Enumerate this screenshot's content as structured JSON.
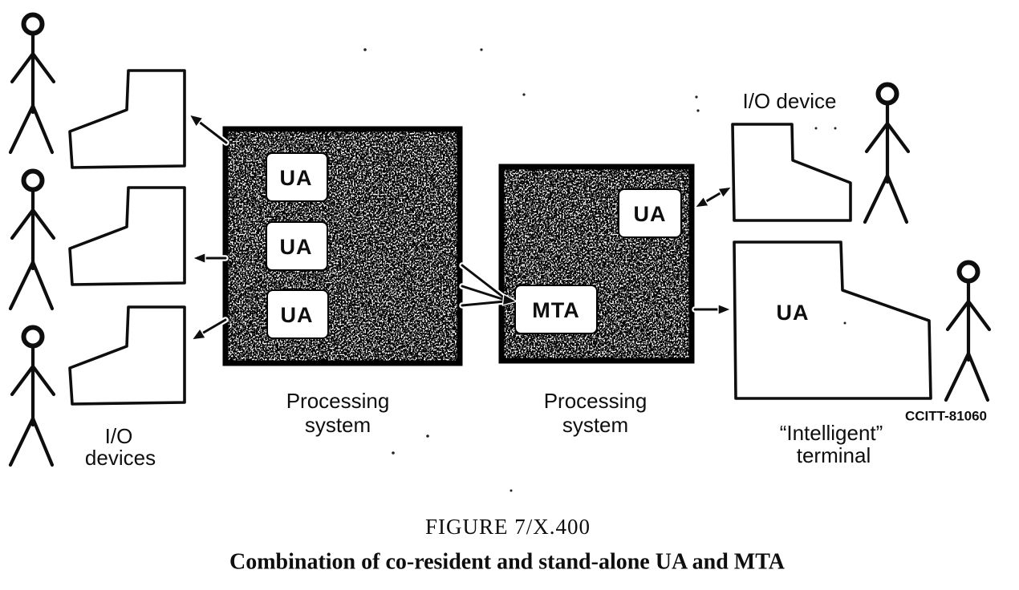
{
  "figure": {
    "caption_title": "FIGURE 7/X.400",
    "caption_subtitle": "Combination of co-resident and stand-alone UA and MTA",
    "source_code": "CCITT-81060"
  },
  "left_section": {
    "io_devices_label_line1": "I/O",
    "io_devices_label_line2": "devices"
  },
  "processing_system_1": {
    "label_line1": "Processing",
    "label_line2": "system",
    "ua_boxes": [
      "UA",
      "UA",
      "UA"
    ]
  },
  "processing_system_2": {
    "label_line1": "Processing",
    "label_line2": "system",
    "ua_box": "UA",
    "mta_box": "MTA"
  },
  "right_section": {
    "io_device_label": "I/O device",
    "terminal_ua_box": "UA",
    "intelligent_terminal_label_line1": "“Intelligent”",
    "intelligent_terminal_label_line2": "terminal"
  },
  "colors": {
    "ink": "#0e0e0e",
    "paper": "#ffffff",
    "box_fill": "#050505",
    "speckle": "#ffffff"
  }
}
